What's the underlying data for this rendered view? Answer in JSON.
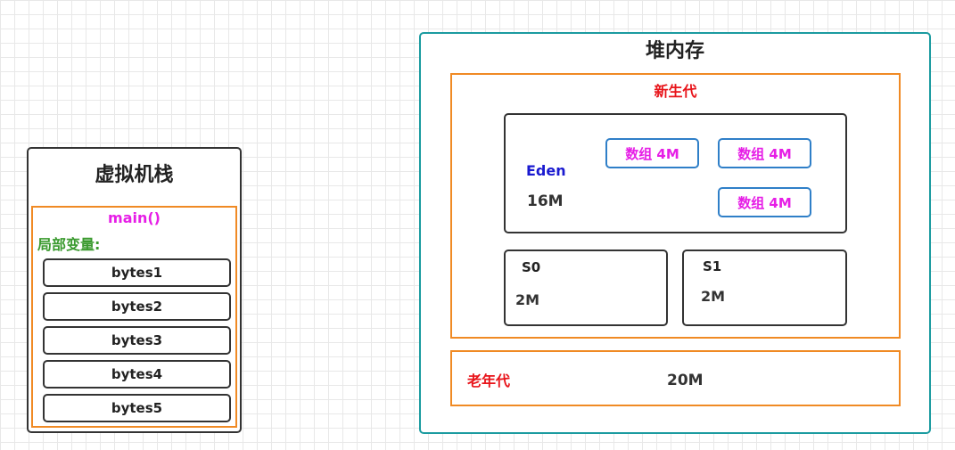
{
  "stack": {
    "title": "虚拟机栈",
    "frame_label": "main()",
    "locals_label": "局部变量:",
    "variables": [
      "bytes1",
      "bytes2",
      "bytes3",
      "bytes4",
      "bytes5"
    ]
  },
  "heap": {
    "title": "堆内存",
    "young": {
      "label": "新生代",
      "eden": {
        "label": "Eden",
        "size": "16M",
        "arrays": [
          "数组 4M",
          "数组 4M",
          "数组 4M"
        ]
      },
      "s0": {
        "label": "S0",
        "size": "2M"
      },
      "s1": {
        "label": "S1",
        "size": "2M"
      }
    },
    "old": {
      "label": "老年代",
      "size": "20M"
    }
  },
  "colors": {
    "frame_border": "#f08a24",
    "heap_border": "#1b9ba0",
    "array_border": "#2f7fc8",
    "array_text": "#e61ee6",
    "frame_label_text": "#e61ee6",
    "locals_text": "#3a9a2e",
    "generation_label_text": "#e8141a",
    "eden_label_text": "#1a1ad0"
  }
}
